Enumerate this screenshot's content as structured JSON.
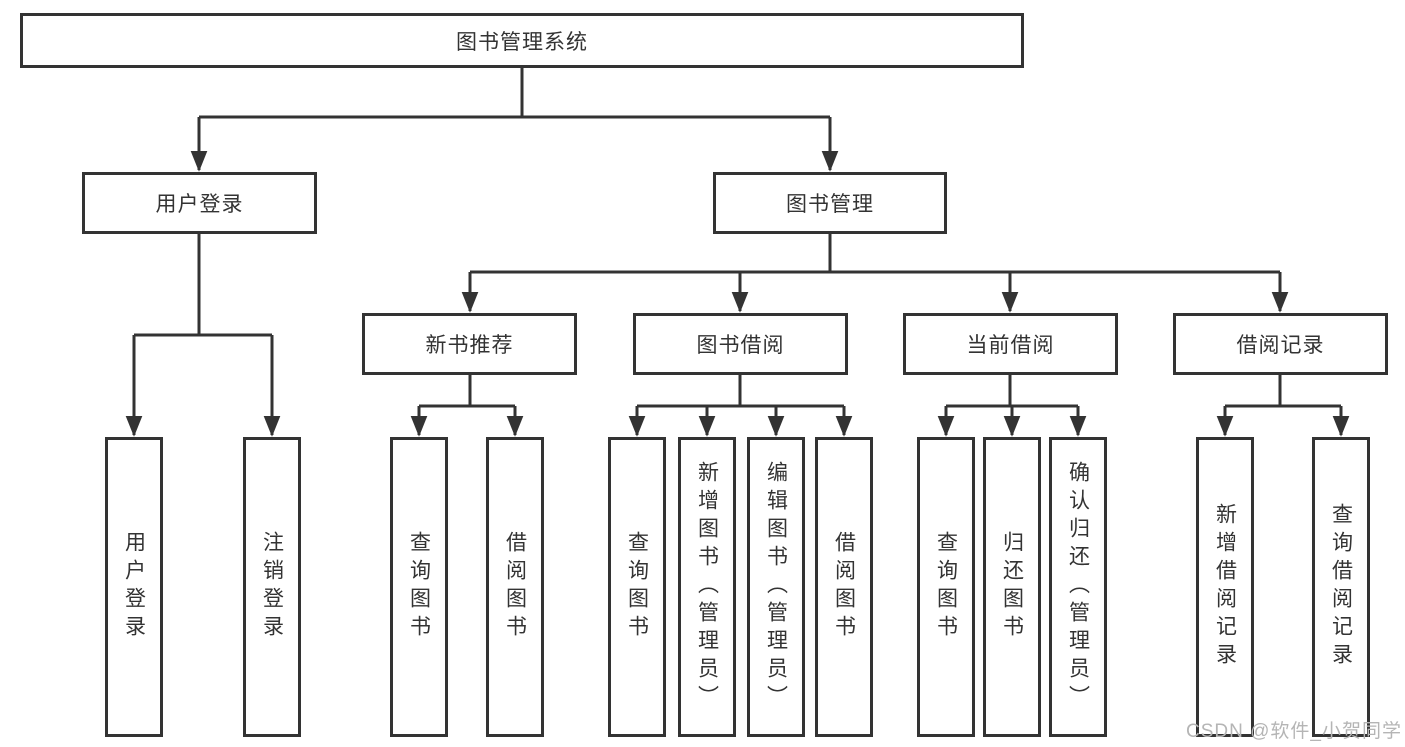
{
  "diagram": {
    "root": {
      "label": "图书管理系统"
    },
    "branches": [
      {
        "label": "用户登录",
        "children": [
          {
            "label": "用户登录"
          },
          {
            "label": "注销登录"
          }
        ]
      },
      {
        "label": "图书管理",
        "groups": [
          {
            "label": "新书推荐",
            "children": [
              {
                "label": "查询图书"
              },
              {
                "label": "借阅图书"
              }
            ]
          },
          {
            "label": "图书借阅",
            "children": [
              {
                "label": "查询图书"
              },
              {
                "label": "新增图书（管理员）"
              },
              {
                "label": "编辑图书（管理员）"
              },
              {
                "label": "借阅图书"
              }
            ]
          },
          {
            "label": "当前借阅",
            "children": [
              {
                "label": "查询图书"
              },
              {
                "label": "归还图书"
              },
              {
                "label": "确认归还（管理员）"
              }
            ]
          },
          {
            "label": "借阅记录",
            "children": [
              {
                "label": "新增借阅记录"
              },
              {
                "label": "查询借阅记录"
              }
            ]
          }
        ]
      }
    ]
  },
  "watermark": {
    "text": "CSDN @软件_小贺同学"
  },
  "colors": {
    "line": "#333333",
    "text": "#333333",
    "box_background": "#ffffff",
    "watermark": "#b5b5b5"
  }
}
